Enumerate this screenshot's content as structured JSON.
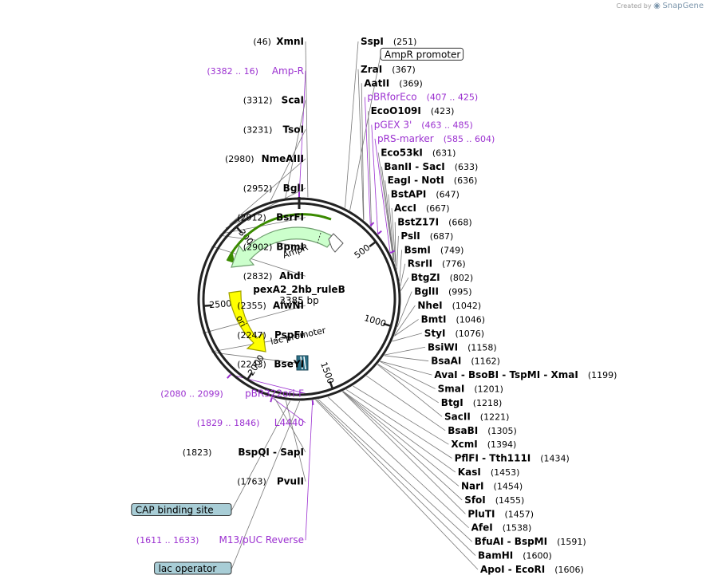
{
  "brand": {
    "created_by": "Created by",
    "name": "SnapGene"
  },
  "plasmid": {
    "name": "pexA2_2hb_ruleB",
    "length_label": "3385 bp",
    "length": 3385
  },
  "ticks": [
    "500",
    "1000",
    "1500",
    "2000",
    "2500",
    "3000"
  ],
  "features": {
    "ampr": "AmpR",
    "ori": "ori",
    "lac_promoter": "lac promoter"
  },
  "labels": [
    {
      "pos": "(46)",
      "name": "XmnI",
      "side": "L",
      "site": 46
    },
    {
      "pos": "(251)",
      "name": "SspI",
      "side": "R",
      "site": 251
    },
    {
      "name": "AmpR promoter",
      "side": "R",
      "site": 280,
      "box": "white"
    },
    {
      "pos": "(3382 .. 16)",
      "name": "Amp-R",
      "side": "L",
      "site": 3385,
      "feature": true,
      "tick": true
    },
    {
      "pos": "(367)",
      "name": "ZraI",
      "side": "R",
      "site": 367
    },
    {
      "pos": "(3312)",
      "name": "ScaI",
      "side": "L",
      "site": 3312
    },
    {
      "pos": "(369)",
      "name": "AatII",
      "side": "R",
      "site": 369
    },
    {
      "pos": "(3231)",
      "name": "TsoI",
      "side": "L",
      "site": 3231
    },
    {
      "pos": "(407 .. 425)",
      "name": "pBRforEco",
      "side": "R",
      "site": 416,
      "feature": true,
      "tick": true
    },
    {
      "pos": "(423)",
      "name": "EcoO109I",
      "side": "R",
      "site": 423
    },
    {
      "pos": "(463 .. 485)",
      "name": "pGEX 3'",
      "side": "R",
      "site": 474,
      "feature": true,
      "tick": true
    },
    {
      "pos": "(2980)",
      "name": "NmeAIII",
      "side": "L",
      "site": 2980
    },
    {
      "pos": "(2952)",
      "name": "BglI",
      "side": "L",
      "site": 2952
    },
    {
      "pos": "(585 .. 604)",
      "name": "pRS-marker",
      "side": "R",
      "site": 594,
      "feature": true,
      "tick": true
    },
    {
      "pos": "(2912)",
      "name": "BsrFI",
      "side": "L",
      "site": 2912
    },
    {
      "pos": "(2902)",
      "name": "BpmI",
      "side": "L",
      "site": 2902
    },
    {
      "pos": "(631)",
      "name": "Eco53kI",
      "side": "R",
      "site": 631
    },
    {
      "pos": "(633)",
      "name": "BanII  -  SacI",
      "side": "R",
      "site": 633
    },
    {
      "pos": "(2832)",
      "name": "AhdI",
      "side": "L",
      "site": 2832
    },
    {
      "pos": "(636)",
      "name": "EagI  -  NotI",
      "side": "R",
      "site": 636
    },
    {
      "pos": "(647)",
      "name": "BstAPI",
      "side": "R",
      "site": 647
    },
    {
      "pos": "(667)",
      "name": "AccI",
      "side": "R",
      "site": 667
    },
    {
      "pos": "(668)",
      "name": "BstZ17I",
      "side": "R",
      "site": 668
    },
    {
      "pos": "(687)",
      "name": "PslI",
      "side": "R",
      "site": 687
    },
    {
      "pos": "(749)",
      "name": "BsmI",
      "side": "R",
      "site": 749
    },
    {
      "pos": "(776)",
      "name": "RsrII",
      "side": "R",
      "site": 776
    },
    {
      "pos": "(802)",
      "name": "BtgZI",
      "side": "R",
      "site": 802
    },
    {
      "pos": "(995)",
      "name": "BglII",
      "side": "R",
      "site": 995
    },
    {
      "pos": "(1042)",
      "name": "NheI",
      "side": "R",
      "site": 1042
    },
    {
      "pos": "(1046)",
      "name": "BmtI",
      "side": "R",
      "site": 1046
    },
    {
      "pos": "(1076)",
      "name": "StyI",
      "side": "R",
      "site": 1076
    },
    {
      "pos": "(1158)",
      "name": "BsiWI",
      "side": "R",
      "site": 1158
    },
    {
      "pos": "(2355)",
      "name": "AlwNI",
      "side": "L",
      "site": 2355
    },
    {
      "pos": "(1162)",
      "name": "BsaAI",
      "side": "R",
      "site": 1162
    },
    {
      "pos": "(1199)",
      "name": "AvaI  -  BsoBI  -  TspMI  -  XmaI",
      "side": "R",
      "site": 1199
    },
    {
      "pos": "(1201)",
      "name": "SmaI",
      "side": "R",
      "site": 1201
    },
    {
      "pos": "(2247)",
      "name": "PspFI",
      "side": "L",
      "site": 2247
    },
    {
      "pos": "(1218)",
      "name": "BtgI",
      "side": "R",
      "site": 1218
    },
    {
      "pos": "(2243)",
      "name": "BseYI",
      "side": "L",
      "site": 2243
    },
    {
      "pos": "(1221)",
      "name": "SacII",
      "side": "R",
      "site": 1221
    },
    {
      "pos": "(1305)",
      "name": "BsaBI",
      "side": "R",
      "site": 1305
    },
    {
      "pos": "(1394)",
      "name": "XcmI",
      "side": "R",
      "site": 1394
    },
    {
      "pos": "(2080 .. 2099)",
      "name": "pBR322ori-F",
      "side": "L",
      "site": 2090,
      "feature": true,
      "tick": true
    },
    {
      "pos": "(1434)",
      "name": "PflFI  -  Tth111I",
      "side": "R",
      "site": 1434
    },
    {
      "pos": "(1829 .. 1846)",
      "name": "L4440",
      "side": "L",
      "site": 1838,
      "feature": true,
      "tick": true
    },
    {
      "pos": "(1453)",
      "name": "KasI",
      "side": "R",
      "site": 1453
    },
    {
      "pos": "(1454)",
      "name": "NarI",
      "side": "R",
      "site": 1454
    },
    {
      "pos": "(1823)",
      "name": "BspQI  -  SapI",
      "side": "L",
      "site": 1823
    },
    {
      "pos": "(1455)",
      "name": "SfoI",
      "side": "R",
      "site": 1455
    },
    {
      "pos": "(1763)",
      "name": "PvuII",
      "side": "L",
      "site": 1763
    },
    {
      "pos": "(1457)",
      "name": "PluTI",
      "side": "R",
      "site": 1457
    },
    {
      "name": "CAP binding site",
      "side": "L",
      "site": 1740,
      "box": "teal"
    },
    {
      "pos": "(1538)",
      "name": "AfeI",
      "side": "R",
      "site": 1538
    },
    {
      "pos": "(1611 .. 1633)",
      "name": "M13/pUC Reverse",
      "side": "L",
      "site": 1622,
      "feature": true,
      "tick": true
    },
    {
      "pos": "(1591)",
      "name": "BfuAI  -  BspMI",
      "side": "R",
      "site": 1591
    },
    {
      "pos": "(1600)",
      "name": "BamHI",
      "side": "R",
      "site": 1600
    },
    {
      "name": "lac operator",
      "side": "L",
      "site": 1690,
      "box": "teal"
    },
    {
      "pos": "(1606)",
      "name": "ApoI  -  EcoRI",
      "side": "R",
      "site": 1606
    }
  ],
  "colors": {
    "backbone": "#222222",
    "ampr_fill": "#ccffcc",
    "ampr_stroke": "#70a070",
    "ampr_bar": "#3a8a00",
    "ori_fill": "#ffff00",
    "ori_stroke": "#a0a000",
    "feature_text": "#9b30d0",
    "teal_box": "#a8cdd6",
    "leader": "#777777"
  }
}
